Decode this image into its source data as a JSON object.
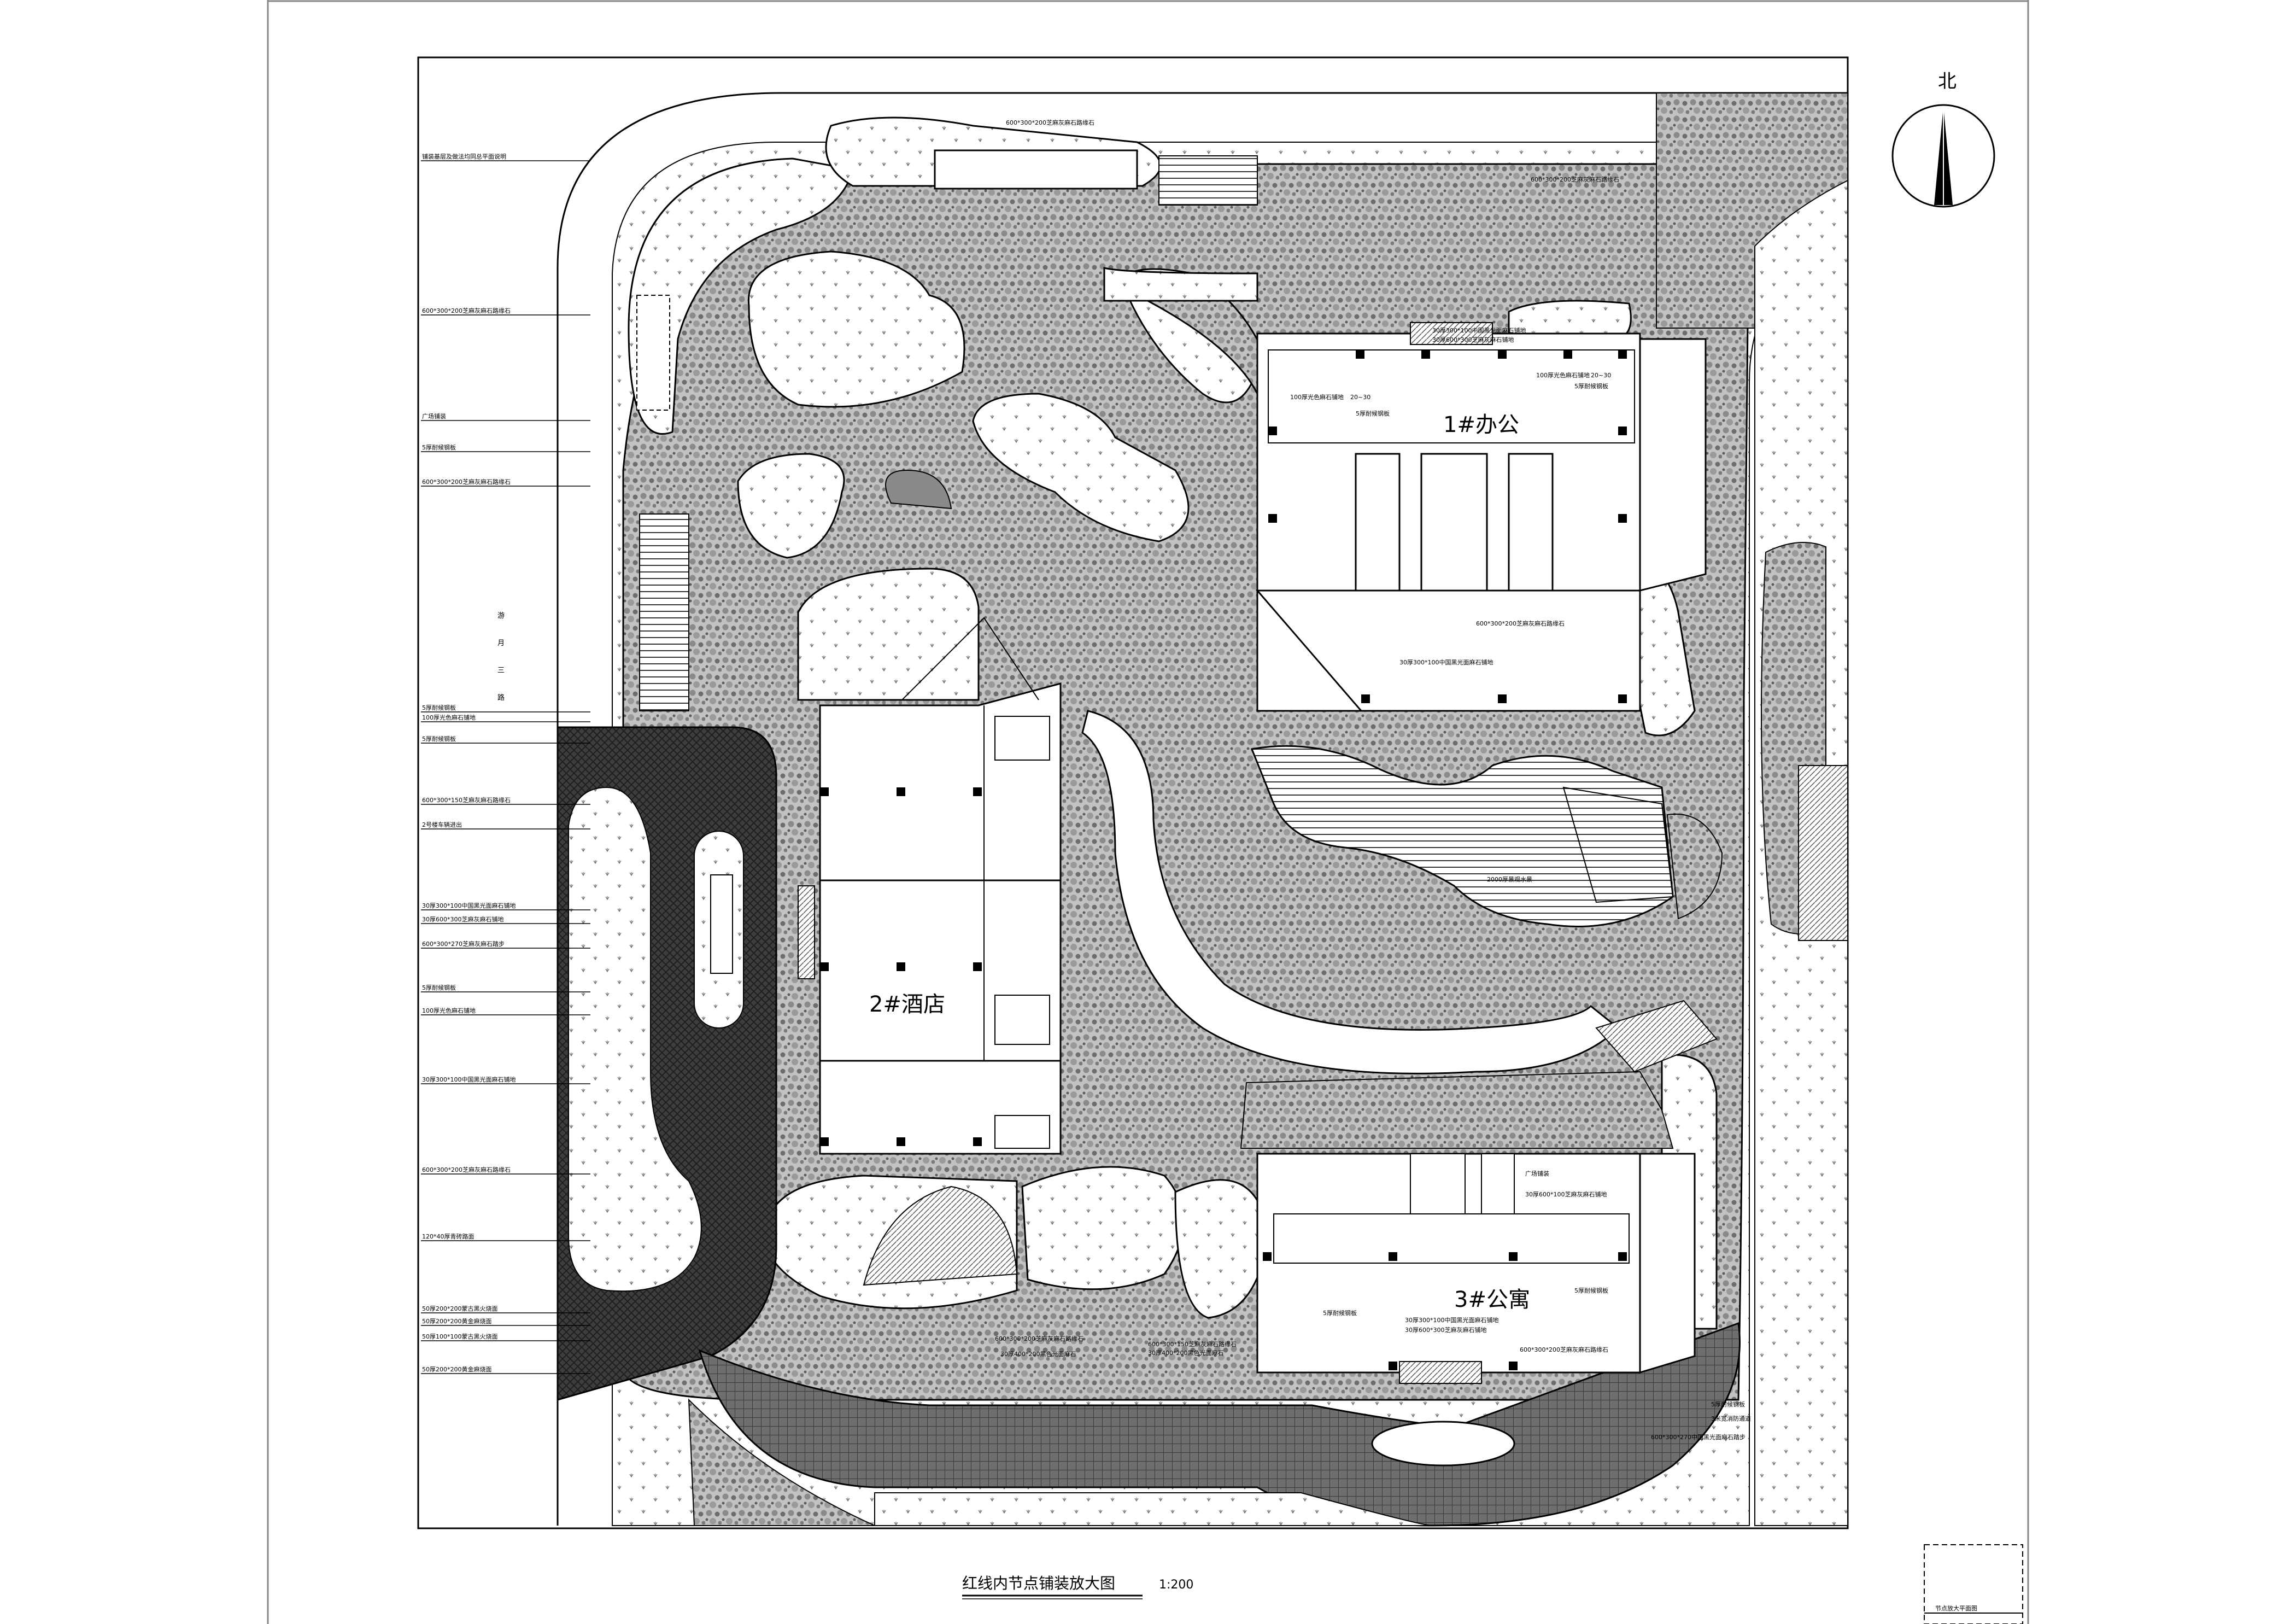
{
  "drawing": {
    "title": "红线内节点铺装放大图",
    "scale": "1:200",
    "north_label": "北",
    "stamp_label": "节点放大平面图"
  },
  "buildings": {
    "office": "1#办公",
    "hotel": "2#酒店",
    "apartment": "3#公寓"
  },
  "left_street_text": [
    "游",
    "月",
    "三",
    "路"
  ],
  "left_callouts": [
    "铺装基层及做法均同总平面说明",
    "600*300*200芝麻灰麻石路缘石",
    "广场铺装",
    "5厚耐候钢板",
    "600*300*200芝麻灰麻石路缘石",
    "5厚耐候钢板",
    "100厚光色麻石铺地",
    "5厚耐候钢板",
    "600*300*150芝麻灰麻石路缘石",
    "2号楼车辆进出",
    "30厚300*100中国黑光面麻石铺地",
    "30厚600*300芝麻灰麻石铺地",
    "600*300*270芝麻灰麻石踏步",
    "5厚耐候钢板",
    "100厚光色麻石铺地",
    "30厚300*100中国黑光面麻石铺地",
    "600*300*200芝麻灰麻石路缘石",
    "120*40厚青砖路面",
    "50厚200*200蒙古黑火烧面",
    "50厚200*200黄金麻烧面",
    "50厚100*100蒙古黑火烧面",
    "50厚200*200黄金麻烧面"
  ],
  "plan_labels": {
    "top_curb": "600*300*200芝麻灰麻石路缘石",
    "top_right_curb": "600*300*200芝麻灰麻石路缘石",
    "dim": "20~30",
    "office_a": "100厚光色麻石铺地",
    "office_b": "30厚300*100中国黑光面麻石铺地",
    "office_c": "30厚600*300芝麻灰麻石铺地",
    "office_d": "5厚耐候钢板",
    "office_e": "600*300*200芝麻灰麻石路缘石",
    "office_f": "30厚300*100中国黑光面麻石铺地",
    "water": "2000厚景观水景",
    "apt_a": "广场铺装",
    "apt_b": "30厚600*100芝麻灰麻石铺地",
    "apt_c": "5厚耐候钢板",
    "apt_d": "30厚300*100中国黑光面麻石铺地",
    "apt_e": "30厚600*300芝麻灰麻石铺地",
    "apt_f": "600*300*200芝麻灰麻石路缘石",
    "apt_g": "5厚耐候钢板",
    "bot_a": "600*300*200芝麻灰麻石路缘石",
    "bot_b": "30厚400*200黑色光面麻石",
    "bot_c": "600*300*150芝麻灰麻石路缘石",
    "bot_d": "30厚400*200黑色光面麻石",
    "right_a": "5厚耐候钢板",
    "right_b": "3米宽消防通道",
    "right_c": "600*300*270中国黑光面麻石踏步"
  }
}
